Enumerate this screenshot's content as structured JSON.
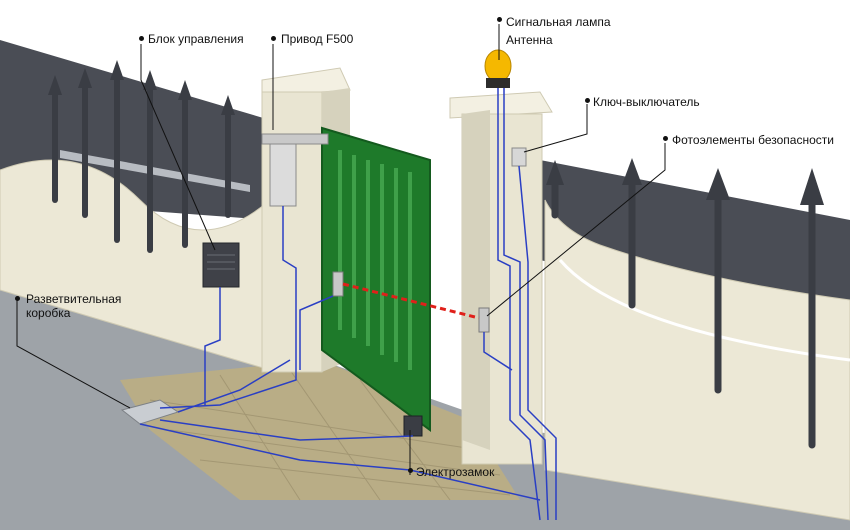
{
  "labels": {
    "control_unit": "Блок управления",
    "drive": "Привод F500",
    "signal_lamp": "Сигнальная лампа",
    "antenna": "Антенна",
    "key_switch": "Ключ-выключатель",
    "photocells": "Фотоэлементы безопасности",
    "junction_box": "Разветвительная коробка",
    "electric_lock": "Электрозамок"
  },
  "colors": {
    "wall": "#ece8d6",
    "wall_shade": "#d6d2bd",
    "fence_bg": "#4a4d55",
    "gate": "#1e7a2a",
    "gate_dark": "#145a1e",
    "wire": "#2a3fc4",
    "lamp": "#f5b800",
    "laser": "#e0201a",
    "paving": "#b9ad86",
    "road": "#9aa0a6"
  },
  "icons": {
    "lamp": "warning-lamp-icon",
    "photocell": "photocell-icon",
    "control_box": "control-box-icon",
    "junction_box": "junction-box-icon",
    "lock": "lock-icon",
    "key_switch": "key-switch-icon"
  }
}
